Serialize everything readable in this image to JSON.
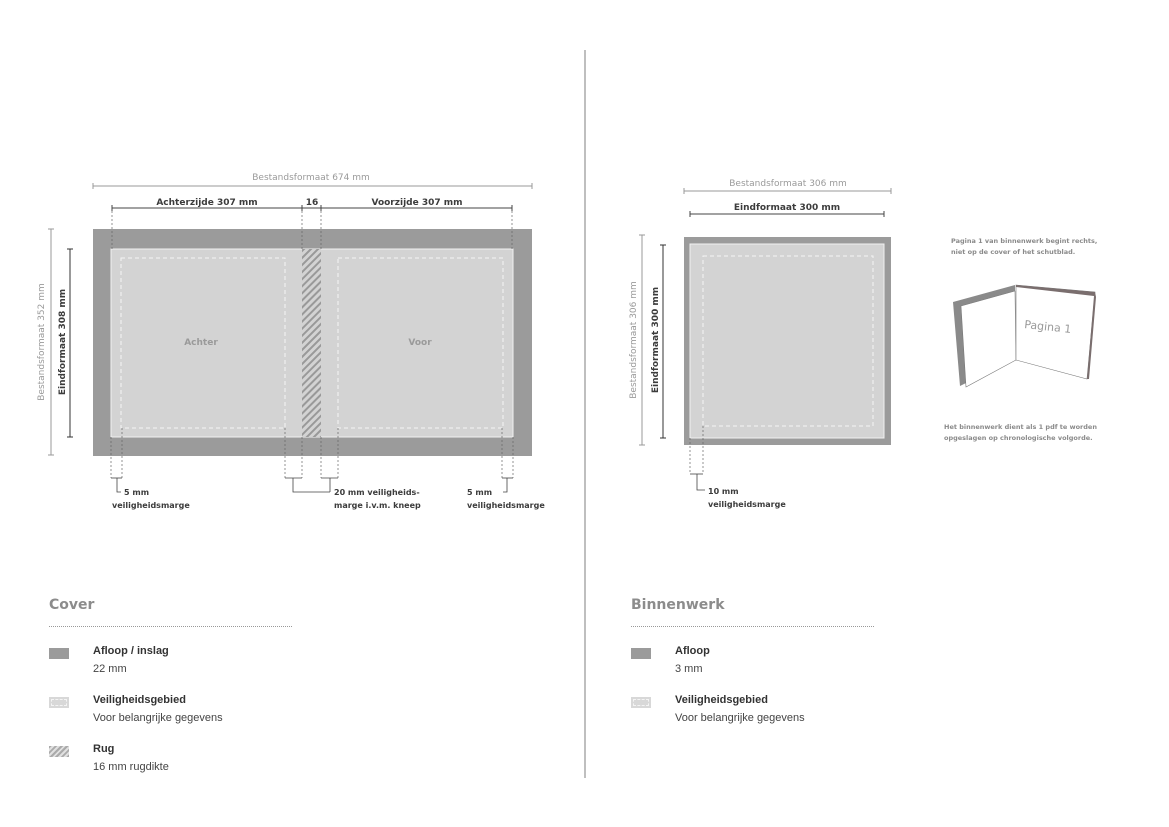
{
  "cover_diagram": {
    "file_width": "Bestandsformaat 674 mm",
    "back_width": "Achterzijde 307 mm",
    "spine_width": "16",
    "front_width": "Voorzijde 307 mm",
    "file_height": "Bestandsformaat 352 mm",
    "final_height": "Eindformaat 308 mm",
    "back_label": "Achter",
    "front_label": "Voor",
    "margin_left": [
      "5 mm",
      "veiligheidsmarge"
    ],
    "margin_spine": [
      "20 mm veiligheids-",
      "marge i.v.m. kneep"
    ],
    "margin_right": [
      "5 mm",
      "veiligheidsmarge"
    ]
  },
  "inner_diagram": {
    "file_width": "Bestandsformaat 306 mm",
    "final_width": "Eindformaat 300 mm",
    "file_height": "Bestandsformaat 306 mm",
    "final_height": "Eindformaat 300 mm",
    "margin": [
      "10 mm",
      "veiligheidsmarge"
    ],
    "note_top": [
      "Pagina 1 van binnenwerk begint rechts,",
      "niet op de cover of het schutblad."
    ],
    "book_page_label": "Pagina 1",
    "note_bottom": [
      "Het binnenwerk dient als 1 pdf te worden",
      "opgeslagen op chronologische volgorde."
    ]
  },
  "legend_cover": {
    "title": "Cover",
    "items": [
      {
        "label": "Afloop / inslag",
        "sub": "22 mm",
        "swatch": "bleed"
      },
      {
        "label": "Veiligheidsgebied",
        "sub": "Voor belangrijke gegevens",
        "swatch": "safe"
      },
      {
        "label": "Rug",
        "sub": "16 mm rugdikte",
        "swatch": "spine"
      }
    ]
  },
  "legend_inner": {
    "title": "Binnenwerk",
    "items": [
      {
        "label": "Afloop",
        "sub": "3 mm",
        "swatch": "bleed"
      },
      {
        "label": "Veiligheidsgebied",
        "sub": "Voor belangrijke gegevens",
        "swatch": "safe"
      }
    ]
  },
  "colors": {
    "bleed": "#9b9b9b",
    "page": "#d3d3d3",
    "text": "#3c3c3c",
    "muted": "#9a9a9a"
  }
}
